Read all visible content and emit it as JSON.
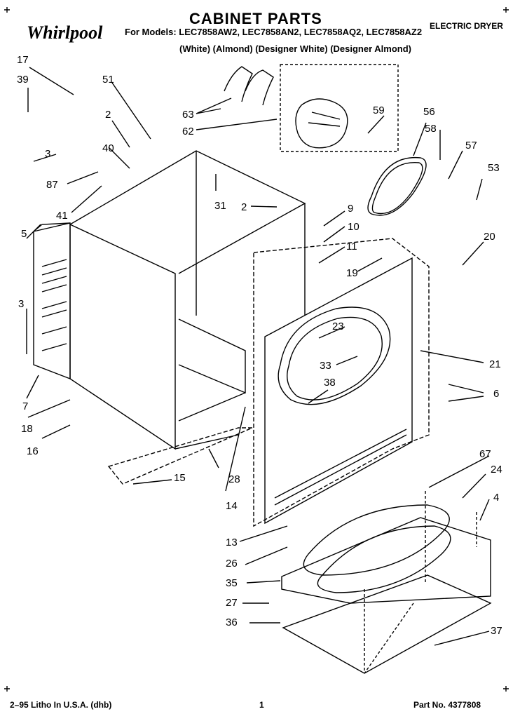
{
  "header": {
    "brand": "Whirlpool",
    "title": "CABINET PARTS",
    "models": "For Models: LEC7858AW2, LEC7858AN2, LEC7858AQ2, LEC7858AZ2",
    "colors": "(White) (Almond) (Designer White) (Designer Almond)",
    "product": "ELECTRIC DRYER"
  },
  "footer": {
    "litho": "2–95 Litho In U.S.A. (dhb)",
    "page": "1",
    "part_no": "Part No. 4377808"
  },
  "callouts": [
    "17",
    "39",
    "51",
    "2",
    "40",
    "3",
    "87",
    "41",
    "5",
    "63",
    "62",
    "59",
    "56",
    "58",
    "57",
    "53",
    "31",
    "2",
    "9",
    "10",
    "11",
    "19",
    "20",
    "3",
    "23",
    "33",
    "38",
    "21",
    "6",
    "7",
    "18",
    "16",
    "15",
    "28",
    "14",
    "67",
    "24",
    "4",
    "13",
    "26",
    "35",
    "27",
    "36",
    "37"
  ]
}
